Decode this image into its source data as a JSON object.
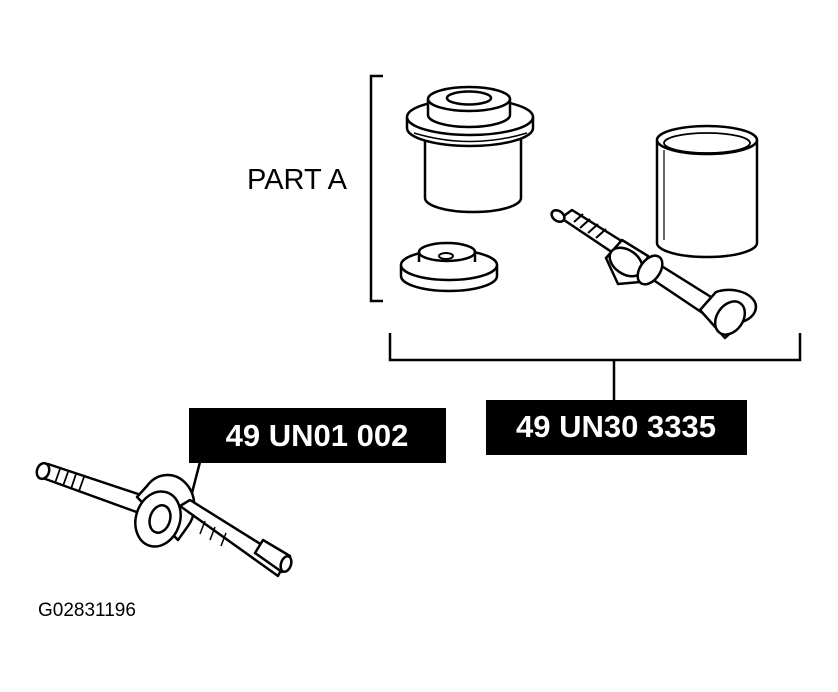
{
  "figure": {
    "part_a_label": "PART A",
    "tool_1_number": "49 UN01 002",
    "tool_2_number": "49 UN30 3335",
    "figure_code": "G02831196"
  },
  "colors": {
    "line": "#000000",
    "label_background": "#000000",
    "label_text": "#ffffff",
    "background": "#ffffff"
  }
}
